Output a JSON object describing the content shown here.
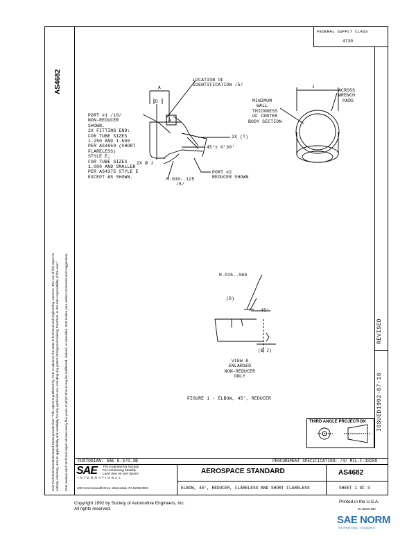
{
  "doc_number_side": "AS4682",
  "sae_disclaimer": [
    "SAE Technical Standards Board Rules provide that: \"This report is published by SAE to advance the state of technical and engineering sciences. The use of this report is",
    "entirely voluntary, and its applicability and suitability for any particular use, including any patent infringement arising therefrom, is the sole responsibility of the user.\"",
    "SAE reviews each technical report at least every five years at which time it may be reaffirmed, revised, or cancelled. SAE invites your written comments and suggestions."
  ],
  "federal_supply_class": {
    "label": "FEDERAL SUPPLY CLASS",
    "value": "4730"
  },
  "revision": {
    "issued_label": "ISSUED",
    "date": "1992-07-16",
    "revised_label": "REVISED"
  },
  "drawing": {
    "dim_a": "A",
    "dim_d": "D",
    "dim_j": "J",
    "view_marker": "A",
    "location_note": [
      "LOCATION OF",
      "IDENTIFICATION /5/"
    ],
    "port1_note": [
      "PORT #1 /10/",
      "NON-REDUCER",
      "SHOWN.",
      "2X FITTING END:",
      "FOR TUBE SIZES",
      "1.250 AND 1.500",
      "PER AS4659 (SHORT",
      "FLARELESS)",
      "STYLE E;",
      "FOR TUBE SIZES",
      "1.000 AND SMALLER",
      "PER AS4375 STYLE E",
      "EXCEPT AS SHOWN."
    ],
    "two_x_t": "2X (T)",
    "angle_note": "45°± 0°30'",
    "two_x_phi_j": "2X Ø J",
    "radius_note": [
      "R.030-.125",
      "/8/"
    ],
    "port2_note": [
      "PORT #2",
      "REDUCER SHOWN"
    ],
    "min_wall_note": [
      "MINIMUM",
      "WALL",
      "THICKNESS",
      "OF CENTER",
      "BODY SECTION"
    ],
    "wrench_note": [
      "ACROSS",
      "WRENCH",
      "PADS"
    ],
    "view_radius": "R.015-.060",
    "view_d": "(D)",
    "view_angle": "45°",
    "view_phi_j": "(Ø J)",
    "view_caption": [
      "VIEW A",
      "ENLARGED",
      "NON-REDUCER",
      "ONLY"
    ],
    "figure_caption": "FIGURE 1 - ELBOW, 45°, REDUCER"
  },
  "third_angle": {
    "label": "THIRD ANGLE PROJECTION"
  },
  "title_block": {
    "custodian": "CUSTODIAN:  SAE G-3/G-3B",
    "procurement": "PROCUREMENT SPECIFICATION:   /4/   MIL-F-18280",
    "sae_logo": "SAE",
    "sae_tagline": [
      "The Engineering Society",
      "For Advancing Mobility",
      "Land Sea Air and Space",
      "INTERNATIONAL"
    ],
    "sae_address": "400 Commonwealth Drive, Warrendale, PA 15096-0001",
    "standard_type": "AEROSPACE STANDARD",
    "doc_number": "AS4682",
    "title": "ELBOW, 45°, REDUCER, FLARELESS AND SHORT FLARELESS",
    "sheet": "SHEET 1 OF 3"
  },
  "footer": {
    "copyright": [
      "Copyright 1992  by Society of Automotive Engineers, Inc.",
      "All rights reserved."
    ],
    "printed": "Printed in the U.S.A.",
    "printed_code": "00 15016 850",
    "watermark": "SAE NORM",
    "watermark_sub": "INTERNATIONAL / STANDARDS"
  }
}
